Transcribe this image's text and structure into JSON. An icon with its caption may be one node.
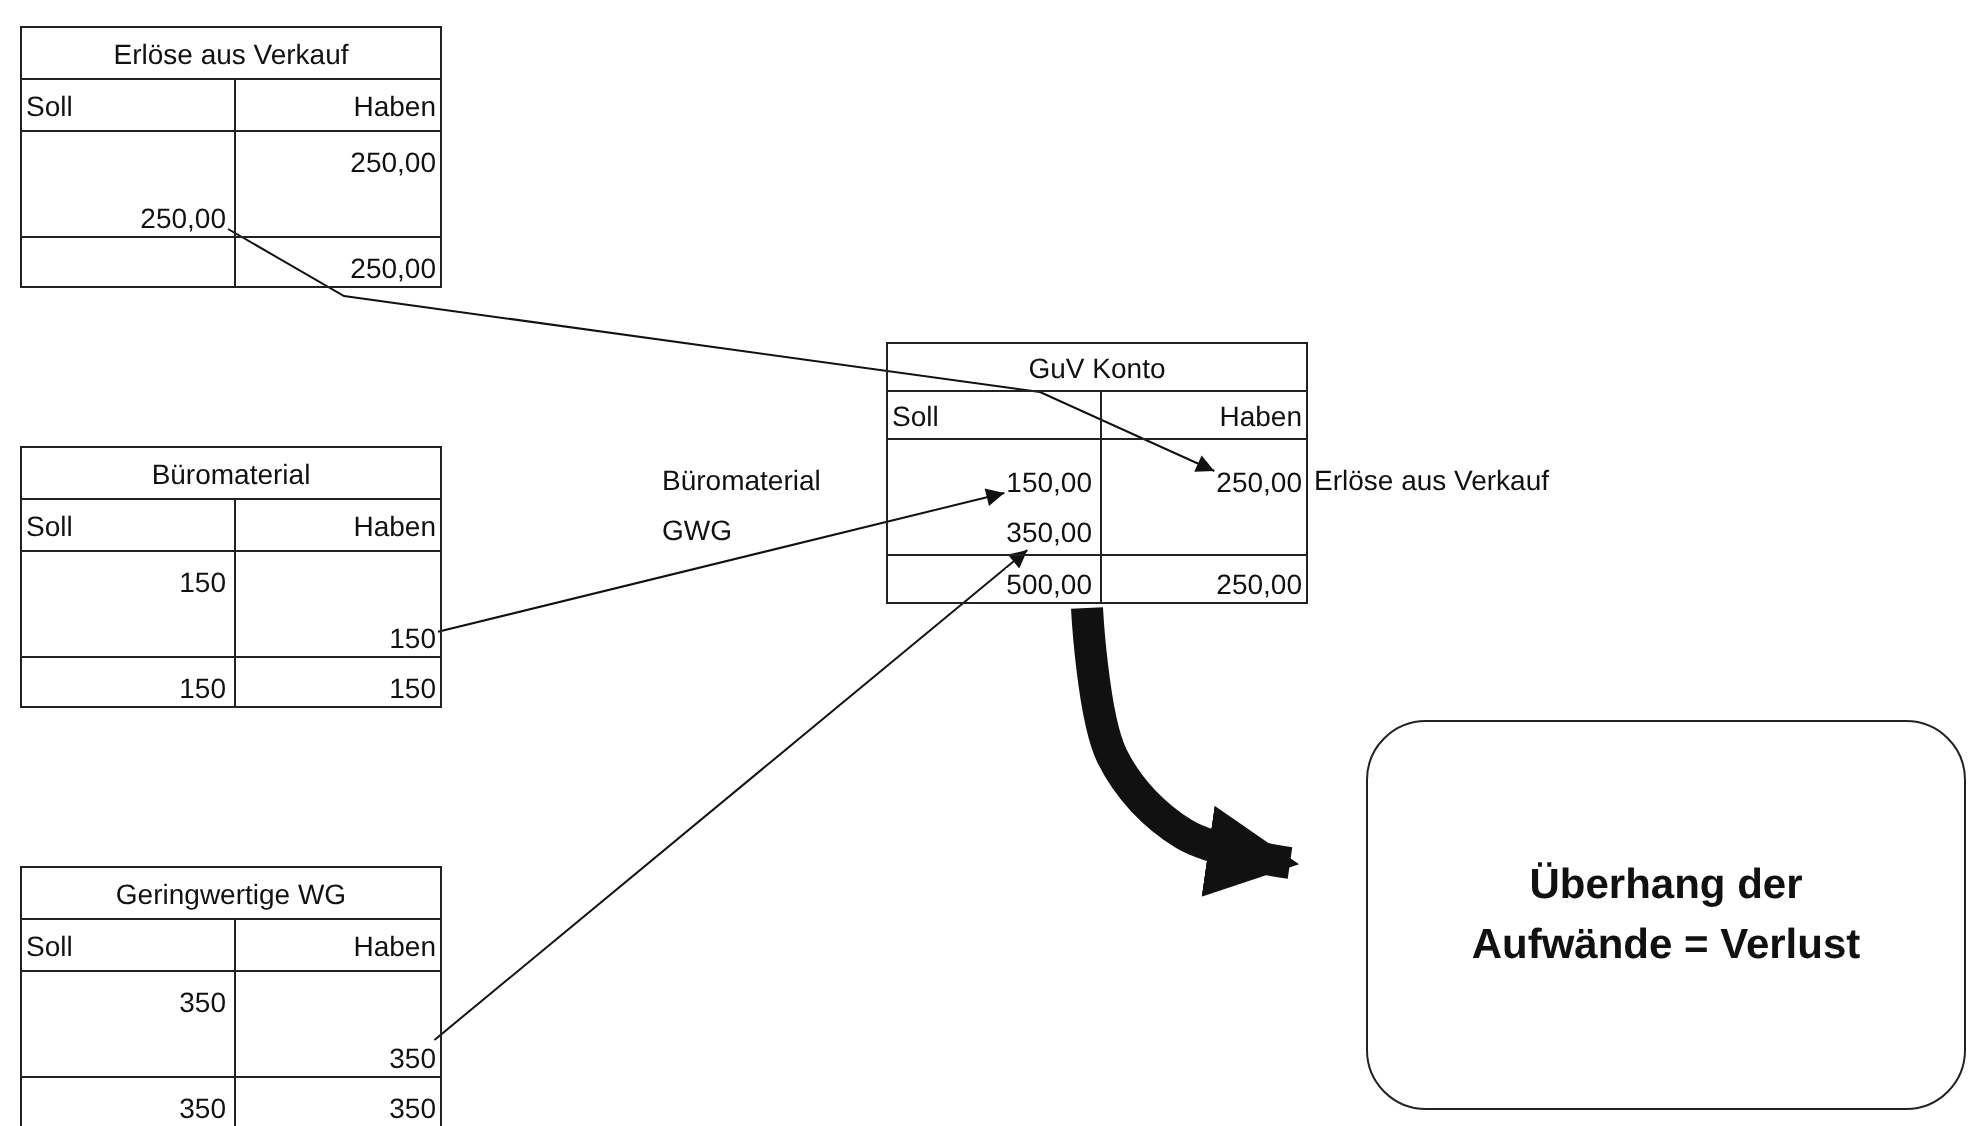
{
  "diagram": {
    "nodes": [
      {
        "text": [
          "Erlöse aus Verkauf"
        ]
      },
      {
        "text": [
          "Soll"
        ],
        "in": 0
      },
      {
        "text": [
          "Haben"
        ],
        "in": 0
      },
      {
        "text": [
          "250,00"
        ],
        "in": 0
      },
      {
        "text": [
          "250,00"
        ],
        "in": 0
      },
      {
        "text": [
          "250,00"
        ],
        "in": 0
      },
      {
        "text": [
          "GuV Konto"
        ]
      },
      {
        "text": [
          "Soll"
        ],
        "in": 6
      },
      {
        "text": [
          "Haben"
        ],
        "in": 6
      },
      {
        "text": [
          "150,00"
        ],
        "in": 6
      },
      {
        "text": [
          "250,00"
        ],
        "in": 6
      },
      {
        "text": [
          "350,00"
        ],
        "in": 6
      },
      {
        "text": [
          "500,00"
        ],
        "in": 6
      },
      {
        "text": [
          "250,00"
        ],
        "in": 6
      },
      {
        "text": [
          "Büromaterial"
        ]
      },
      {
        "text": [
          "Soll"
        ],
        "in": 14
      },
      {
        "text": [
          "Haben"
        ],
        "in": 14
      },
      {
        "text": [
          "150"
        ],
        "in": 14
      },
      {
        "text": [
          "150"
        ],
        "in": 14
      },
      {
        "text": [
          "150"
        ],
        "in": 14
      },
      {
        "text": [
          "150"
        ],
        "in": 14
      },
      {
        "text": [
          "Überhang der Aufwände = Verlust"
        ]
      },
      {
        "text": [
          "Geringwertige WG"
        ]
      },
      {
        "text": [
          "Soll"
        ],
        "in": 22
      },
      {
        "text": [
          "Haben"
        ],
        "in": 22
      },
      {
        "text": [
          "350"
        ],
        "in": 22
      },
      {
        "text": [
          "350"
        ],
        "in": 22
      },
      {
        "text": [
          "350"
        ],
        "in": 22
      },
      {
        "text": [
          "350"
        ],
        "in": 22
      }
    ],
    "edges": [
      {
        "from": 4,
        "to": 10,
        "arrow": "to"
      },
      {
        "from": 18,
        "to": 9,
        "arrow": "to"
      },
      {
        "from": 26,
        "to": 11,
        "arrow": "to"
      },
      {
        "from": 6,
        "to": 21,
        "arrow": "to",
        "style": "thick"
      }
    ],
    "labels": [
      "Büromaterial",
      "GWG",
      "Erlöse aus Verkauf"
    ]
  }
}
